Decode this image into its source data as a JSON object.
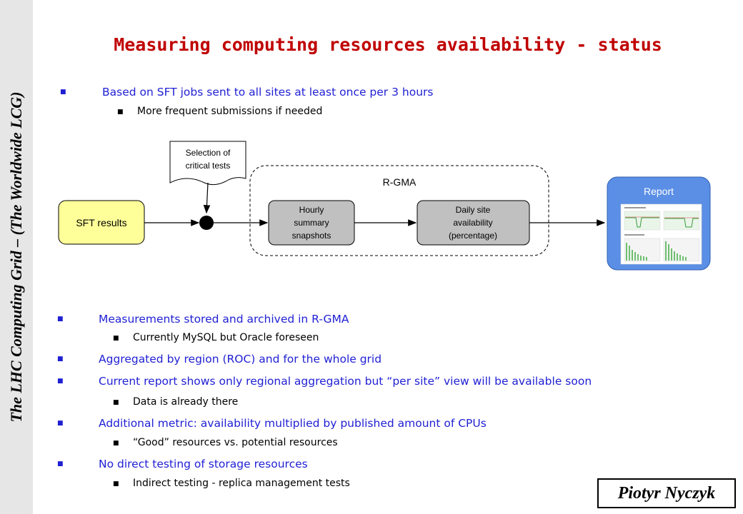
{
  "sidebar": {
    "text": "The LHC Computing Grid – (The Worldwide LCG)"
  },
  "title": "Measuring computing resources availability - status",
  "top_bullets": [
    {
      "level": 1,
      "text": "Based on SFT jobs sent to all sites at least once per 3 hours"
    },
    {
      "level": 2,
      "text": "More frequent submissions if needed"
    }
  ],
  "diagram": {
    "sft_results": "SFT results",
    "callout_line1": "Selection of",
    "callout_line2": "critical tests",
    "rgma_label": "R-GMA",
    "hourly_line1": "Hourly",
    "hourly_line2": "summary",
    "hourly_line3": "snapshots",
    "daily_line1": "Daily site",
    "daily_line2": "availability",
    "daily_line3": "(percentage)",
    "report_label": "Report"
  },
  "bottom_bullets": [
    {
      "level": 1,
      "text": "Measurements stored and archived in R-GMA"
    },
    {
      "level": 2,
      "text": "Currently MySQL but Oracle foreseen"
    },
    {
      "level": 1,
      "text": "Aggregated by region (ROC) and for the whole grid"
    },
    {
      "level": 1,
      "text": "Current report shows only regional aggregation but “per site” view will be available soon"
    },
    {
      "level": 2,
      "text": "Data is already there"
    },
    {
      "level": 1,
      "text": "Additional metric: availability multiplied by published amount of CPUs"
    },
    {
      "level": 2,
      "text": "“Good” resources vs. potential resources"
    },
    {
      "level": 1,
      "text": "No direct testing of storage resources"
    },
    {
      "level": 2,
      "text": "Indirect testing - replica management tests"
    }
  ],
  "author": "Piotyr Nyczyk",
  "colors": {
    "title": "#c00000",
    "bullet_level1": "#1f1fd4",
    "sft_box": "#ffff99",
    "process_box": "#c0c0c0",
    "report_box": "#5b8fe6"
  }
}
